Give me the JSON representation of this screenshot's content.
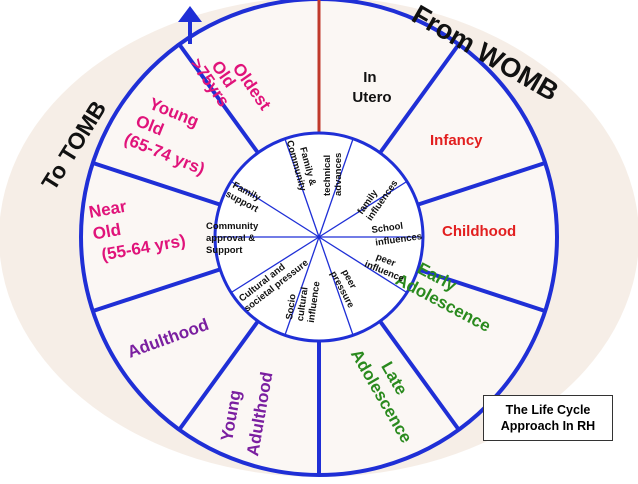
{
  "colors": {
    "spoke": "#1f2fd6",
    "magenta": "#e0137a",
    "red": "#e21f1f",
    "purple": "#7a1fa0",
    "green": "#2a8a1e",
    "black": "#111111",
    "divider_red": "#c0392b"
  },
  "arrows": {
    "from_womb": "From WOMB",
    "to_tomb": "To TOMB"
  },
  "outer_labels": {
    "in_utero": [
      "In",
      "Utero"
    ],
    "infancy": "Infancy",
    "childhood": "Childhood",
    "early_adolescence": [
      "Early",
      "Adolescence"
    ],
    "late_adolescence": [
      "Late",
      "Adolescence"
    ],
    "young_adulthood": [
      "Young",
      "Adulthood"
    ],
    "adulthood": "Adulthood",
    "near_old": [
      "Near",
      "Old",
      "(55-64 yrs)"
    ],
    "young_old": [
      "Young",
      "Old",
      "(65-74 yrs)"
    ],
    "oldest_old": [
      "Oldest",
      "Old",
      ">75yrs"
    ]
  },
  "inner_labels": {
    "technical_advances": [
      "technical",
      "advances"
    ],
    "family_influences": [
      "family",
      "influences"
    ],
    "school_influences": [
      "School",
      "influences"
    ],
    "peer_influence": [
      "peer",
      "influence"
    ],
    "peer_pressure": [
      "peer",
      "pressure"
    ],
    "socio_cultural": [
      "Socio",
      "cultural",
      "influence"
    ],
    "cultural_societal": [
      "Cultural and",
      "societal pressure"
    ],
    "community_approval": [
      "Community",
      "approval &",
      "Support"
    ],
    "family_support": [
      "Family",
      "support"
    ],
    "family_community": [
      "Family &",
      "Community"
    ]
  },
  "caption": [
    "The Life Cycle",
    "Approach In RH"
  ]
}
